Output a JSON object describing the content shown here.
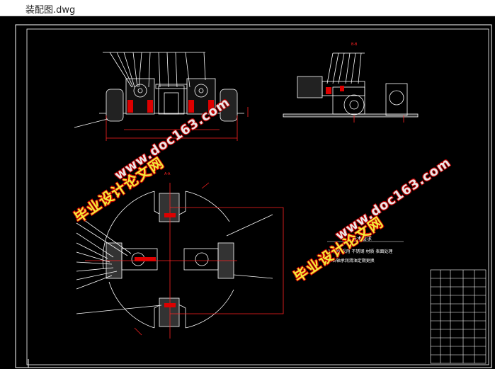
{
  "window": {
    "title": "装配图.dwg"
  },
  "drawing": {
    "section_label_top": "B-B",
    "section_label_mid": "A-A",
    "tech_title": "技术要求",
    "tech_line_1": "1.轮组 采用 不锈钢 材质 表面处理",
    "tech_line_2": "2.各轴承润滑油定期更换"
  },
  "watermarks": [
    {
      "cn": "毕业设计论文网",
      "url": "www.doc163.com"
    },
    {
      "cn": "毕业设计论文网",
      "url": "www.doc163.com"
    }
  ],
  "colors": {
    "background": "#000000",
    "line": "#ffffff",
    "red": "#ff2020",
    "watermark": "#f2ec3a"
  }
}
